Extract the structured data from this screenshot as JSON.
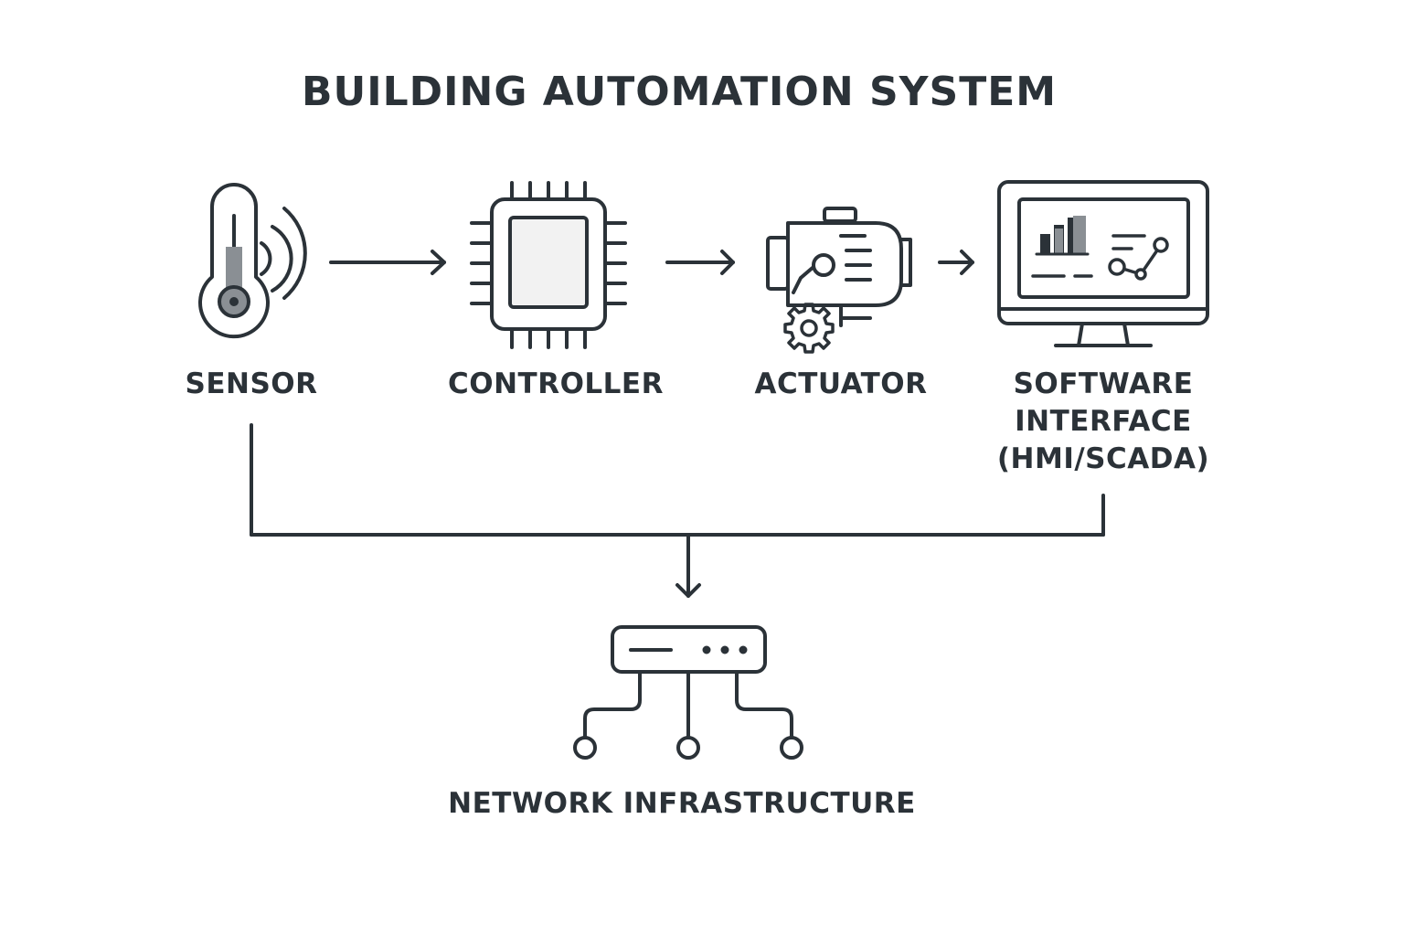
{
  "diagram": {
    "title": "BUILDING AUTOMATION SYSTEM",
    "nodes": {
      "sensor": {
        "label": "SENSOR",
        "icon": "thermometer-icon"
      },
      "controller": {
        "label": "CONTROLLER",
        "icon": "microchip-icon"
      },
      "actuator": {
        "label": "ACTUATOR",
        "icon": "actuator-motor-icon"
      },
      "software": {
        "label_lines": [
          "SOFTWARE",
          "INTERFACE",
          "(HMI/SCADA)"
        ],
        "icon": "monitor-dashboard-icon"
      },
      "network": {
        "label": "NETWORK INFRASTRUCTURE",
        "icon": "network-switch-icon"
      }
    },
    "flow": [
      "SENSOR",
      "CONTROLLER",
      "ACTUATOR",
      "SOFTWARE INTERFACE (HMI/SCADA)"
    ],
    "colors": {
      "stroke": "#2b3238",
      "accent_gray": "#8a8f94",
      "background": "#ffffff"
    }
  }
}
